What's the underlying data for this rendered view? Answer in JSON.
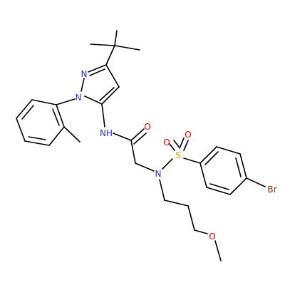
{
  "colors": {
    "carbon": "#000000",
    "nitrogen": "#2233cc",
    "oxygen": "#dd0000",
    "sulfur": "#b3a000",
    "bromine": "#8b2a10",
    "background": "#ffffff"
  },
  "atoms": [
    {
      "id": "N1",
      "symbol": "N",
      "text": "N",
      "color": "nitrogen"
    },
    {
      "id": "N2",
      "symbol": "N",
      "text": "N",
      "color": "nitrogen"
    },
    {
      "id": "NH",
      "symbol": "N",
      "text": "NH",
      "color": "nitrogen"
    },
    {
      "id": "O1",
      "symbol": "O",
      "text": "O",
      "color": "oxygen"
    },
    {
      "id": "N3",
      "symbol": "N",
      "text": "N",
      "color": "nitrogen"
    },
    {
      "id": "S",
      "symbol": "S",
      "text": "S",
      "color": "sulfur"
    },
    {
      "id": "O2",
      "symbol": "O",
      "text": "O",
      "color": "oxygen"
    },
    {
      "id": "O3",
      "symbol": "O",
      "text": "O",
      "color": "oxygen"
    },
    {
      "id": "Br",
      "symbol": "Br",
      "text": "Br",
      "color": "bromine"
    },
    {
      "id": "O4",
      "symbol": "O",
      "text": "O",
      "color": "oxygen"
    }
  ]
}
